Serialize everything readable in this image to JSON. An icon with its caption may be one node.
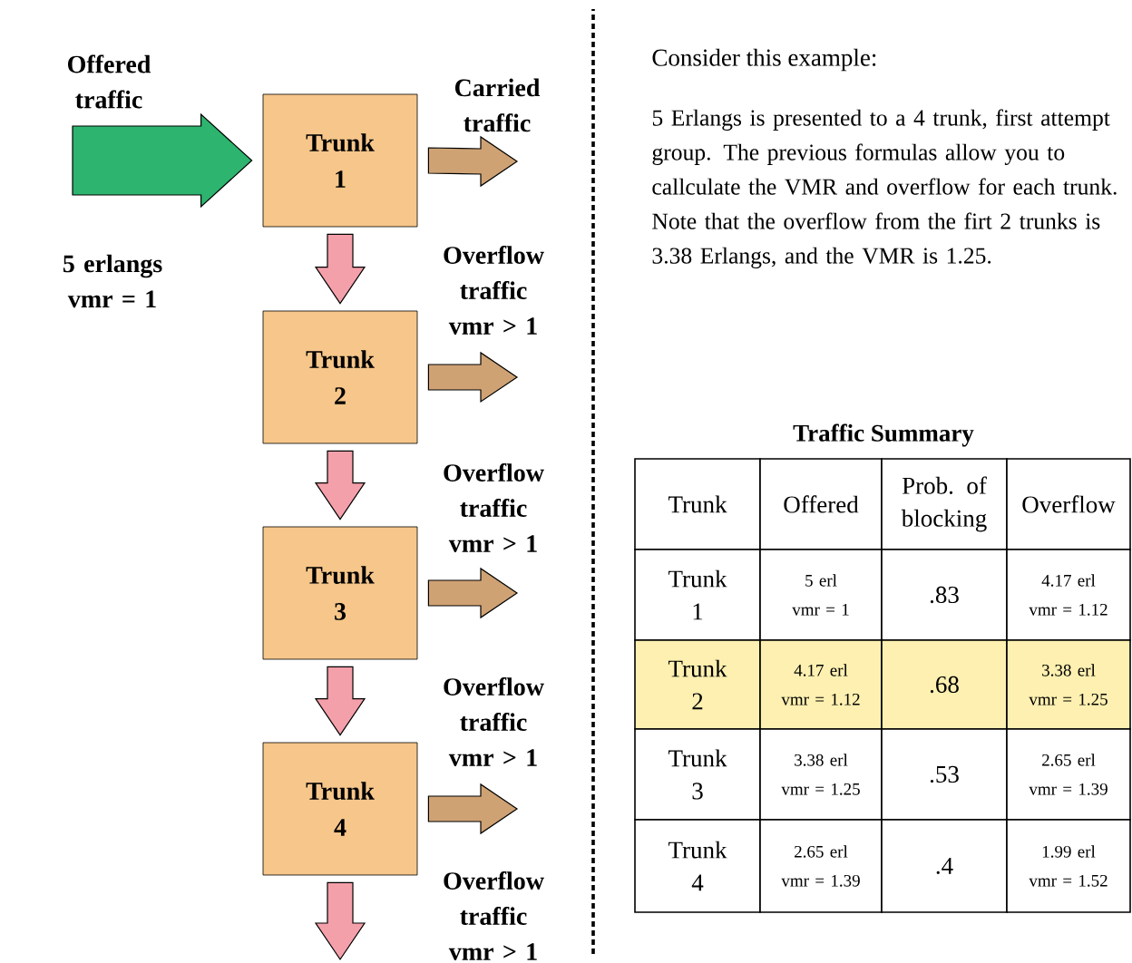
{
  "diagram": {
    "nodes": [
      {
        "text": [
          "Trunk 1"
        ]
      },
      {
        "text": [
          "Trunk 2"
        ]
      },
      {
        "text": [
          "Trunk 3"
        ]
      },
      {
        "text": [
          "Trunk 4"
        ]
      }
    ],
    "edges": [
      {
        "from": null,
        "to": 0,
        "arrow": "to",
        "style": "thick",
        "color": "#2db46e"
      },
      {
        "from": 0,
        "to": null,
        "arrow": "to",
        "color": "#cfa274"
      },
      {
        "from": 0,
        "to": 1,
        "arrow": "to",
        "color": "#f4a0aa"
      },
      {
        "from": 1,
        "to": null,
        "arrow": "to",
        "color": "#cfa274"
      },
      {
        "from": 1,
        "to": 2,
        "arrow": "to",
        "color": "#f4a0aa"
      },
      {
        "from": 2,
        "to": null,
        "arrow": "to",
        "color": "#cfa274"
      },
      {
        "from": 2,
        "to": 3,
        "arrow": "to",
        "color": "#f4a0aa"
      },
      {
        "from": 3,
        "to": null,
        "arrow": "to",
        "color": "#cfa274"
      },
      {
        "from": 3,
        "to": null,
        "arrow": "to",
        "color": "#f4a0aa"
      }
    ],
    "labels": [
      "Offered traffic",
      "Carried traffic",
      "5 erlangs vmr = 1",
      "Overflow traffic vmr > 1",
      "Overflow traffic vmr > 1",
      "Overflow traffic vmr > 1",
      "Overflow traffic vmr > 1",
      "Consider this example:",
      "5 Erlangs is presented to a 4 trunk, first attempt group. The previous formulas allow you to callculate the VMR and overflow for each trunk. Note that the overflow from the firt 2 trunks is 3.38 Erlangs, and the VMR is 1.25.",
      "Traffic Summary",
      "Trunk",
      "Offered",
      "Prob. of blocking",
      "Overflow",
      "Trunk 1",
      "5 erl vmr = 1",
      ".83",
      "4.17 erl vmr = 1.12",
      "Trunk 2",
      "4.17 erl vmr = 1.12",
      ".68",
      "3.38 erl vmr = 1.25",
      "Trunk 3",
      "3.38 erl vmr = 1.25",
      ".53",
      "2.65 erl vmr = 1.39",
      "Trunk 4",
      "2.65 erl vmr = 1.39",
      ".4",
      "1.99 erl vmr = 1.52"
    ]
  }
}
